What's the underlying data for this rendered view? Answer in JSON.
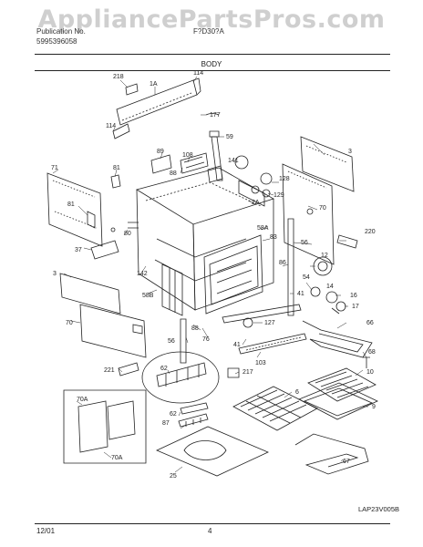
{
  "watermark": "AppliancePartsPros.com",
  "header": {
    "line1_left": "Publication No.",
    "line2_left": "5995396058",
    "line1_mid": "F?D30?A",
    "section": "BODY"
  },
  "footer": {
    "date": "12/01",
    "page": "4",
    "drawing_code": "LAP23V005B"
  },
  "callouts": [
    "218",
    "1A",
    "114",
    "114",
    "177",
    "59",
    "71",
    "81",
    "89",
    "108",
    "88",
    "141",
    "128",
    "129",
    "3",
    "2A",
    "70",
    "81",
    "80",
    "37",
    "58A",
    "83",
    "220",
    "142",
    "56",
    "86",
    "12",
    "54",
    "58B",
    "14",
    "16",
    "17",
    "41",
    "66",
    "3",
    "70",
    "127",
    "88",
    "76",
    "56",
    "41",
    "103",
    "68",
    "217",
    "10",
    "221",
    "62",
    "6",
    "9",
    "70A",
    "62",
    "87",
    "70A",
    "25",
    "67"
  ]
}
